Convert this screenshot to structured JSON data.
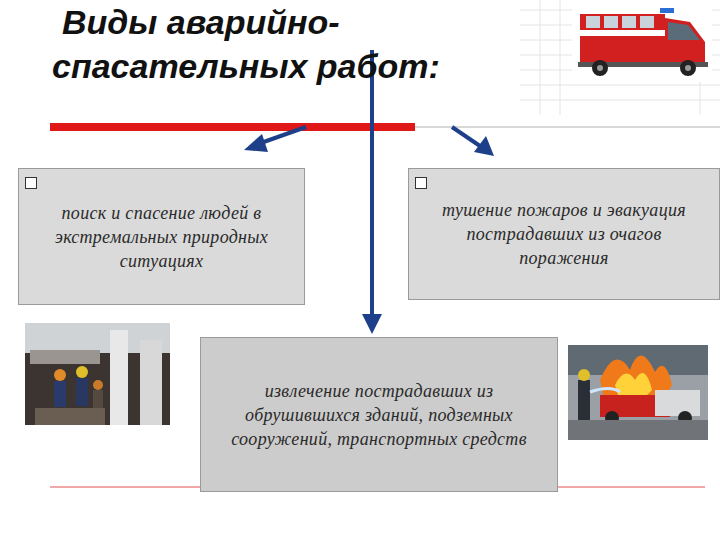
{
  "diagram": {
    "title": "Виды аварийно-спасательных работ:",
    "nodes": [
      {
        "text": [
          "поиск и спасение людей в экстремальных природных ситуациях"
        ]
      },
      {
        "text": [
          "тушение пожаров и эвакуация пострадавших из очагов поражения"
        ]
      },
      {
        "text": [
          "извлечение пострадавших из обрушившихся зданий, подземных сооружений, транспортных средств"
        ]
      }
    ]
  }
}
